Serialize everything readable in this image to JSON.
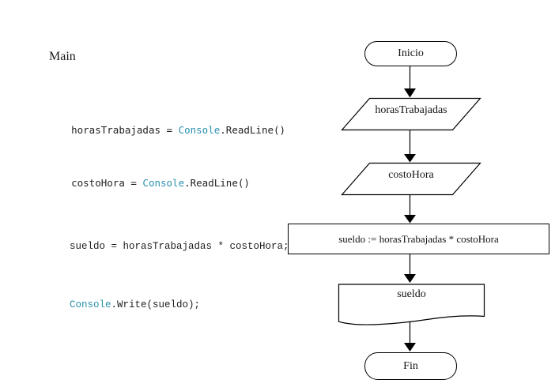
{
  "code_panel": {
    "method_label": "Main",
    "lines": [
      {
        "name": "read-horas",
        "segments": [
          {
            "text": "horasTrabajadas = "
          },
          {
            "text": "Console"
          },
          {
            "text": ".ReadLine()"
          }
        ]
      },
      {
        "name": "read-costo",
        "segments": [
          {
            "text": "costoHora = "
          },
          {
            "text": "Console"
          },
          {
            "text": ".ReadLine()"
          }
        ]
      },
      {
        "name": "calc-sueldo",
        "segments": [
          {
            "text": "sueldo = horasTrabajadas * costoHora;"
          }
        ]
      },
      {
        "name": "write-sueldo",
        "segments": [
          {
            "text": "Console"
          },
          {
            "text": ".Write(sueldo);"
          }
        ]
      }
    ]
  },
  "flowchart": {
    "nodes": [
      {
        "shape": "terminator",
        "label": "Inicio"
      },
      {
        "shape": "io-parallelogram",
        "label": "horasTrabajadas"
      },
      {
        "shape": "io-parallelogram",
        "label": "costoHora"
      },
      {
        "shape": "process-rectangle",
        "label": "sueldo := horasTrabajadas * costoHora"
      },
      {
        "shape": "document",
        "label": "sueldo"
      },
      {
        "shape": "terminator",
        "label": "Fin"
      }
    ],
    "arrow_count": 5
  },
  "colors": {
    "background": "#ffffff",
    "type_token": "#2b91af",
    "code_text": "#1f1f1f",
    "shape_border": "#000000",
    "label_text": "#141414"
  }
}
